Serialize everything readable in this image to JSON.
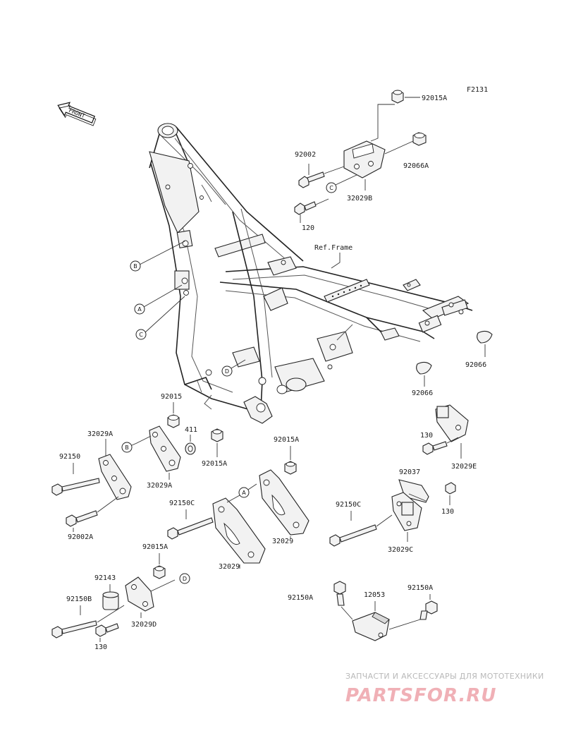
{
  "diagram_code": "F2131",
  "front_arrow": {
    "label": "FRONT"
  },
  "frame_label": "Ref.Frame",
  "callouts": [
    "A",
    "B",
    "C",
    "D"
  ],
  "labels": {
    "p92015A_top": "92015A",
    "p92002_top": "92002",
    "p92066A": "92066A",
    "p32029B": "32029B",
    "p120": "120",
    "p92066_right": "92066",
    "p92066_mid": "92066",
    "p92015": "92015",
    "p32029A_left": "32029A",
    "p411": "411",
    "p92150": "92150",
    "p92015A_mid": "92015A",
    "p32029A_right": "32029A",
    "p92015A_r": "92015A",
    "p92002A": "92002A",
    "p92150C_left": "92150C",
    "p32029_a": "32029",
    "p32029_b": "32029",
    "p92015A_low": "92015A",
    "p130_right1": "130",
    "p32029E": "32029E",
    "p92037": "92037",
    "p130_right2": "130",
    "p92150C_right": "92150C",
    "p32029C": "32029C",
    "p92143": "92143",
    "p92150B": "92150B",
    "p32029D": "32029D",
    "p130_low": "130",
    "p92150A_left": "92150A",
    "p12053": "12053",
    "p92150A_right": "92150A"
  },
  "watermark": {
    "tagline": "ЗАПЧАСТИ И АКСЕССУАРЫ ДЛЯ МОТОТЕХНИКИ",
    "logo": "PARTSFOR.RU"
  }
}
